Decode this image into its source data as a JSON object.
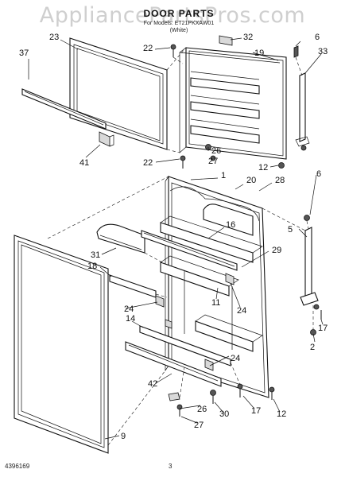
{
  "header": {
    "watermark": "AppliancePartsPros.com",
    "title": "DOOR PARTS",
    "subtitle_line1": "For Models: ET21PKXAW01",
    "subtitle_line2": "(White)"
  },
  "footer": {
    "doc_number": "4396169",
    "page_number": "3"
  },
  "callouts": [
    "23",
    "37",
    "41",
    "22",
    "32",
    "19",
    "6",
    "33",
    "26",
    "27",
    "22",
    "12",
    "6",
    "1",
    "20",
    "28",
    "16",
    "31",
    "29",
    "18",
    "5",
    "24",
    "11",
    "24",
    "14",
    "17",
    "2",
    "42",
    "24",
    "26",
    "30",
    "17",
    "12",
    "27",
    "9"
  ]
}
